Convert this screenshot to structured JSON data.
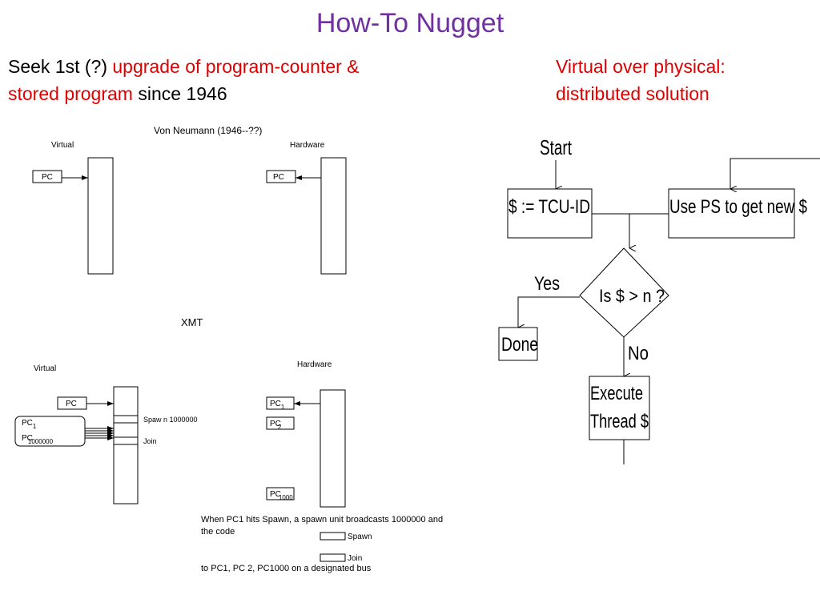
{
  "slide": {
    "title": "How-To Nugget",
    "left_heading": {
      "line1_a": "Seek 1st (?) ",
      "line1_b": "upgrade of program-counter &",
      "line2_a": "stored program",
      "line2_b": " since 1946"
    },
    "right_heading": {
      "line1": "Virtual over physical:",
      "line2": "distributed solution"
    }
  },
  "von_neumann": {
    "title": "Von Neumann (1946--??)",
    "virtual_label": "Virtual",
    "hardware_label": "Hardware",
    "pc_label": "PC"
  },
  "xmt": {
    "title": "XMT",
    "virtual_label": "Virtual",
    "hardware_label": "Hardware",
    "pc_label": "PC",
    "pc_prefix": "PC",
    "pc1_sub": "1",
    "pcN_sub": "1000000",
    "spawn_label": "Spaw n 1000000",
    "join_label": "Join",
    "hw_pc1_sub": "1",
    "hw_pc2_sub": "2",
    "hw_pc1000_sub": "1000",
    "note_line1": "When PC1 hits Spawn, a spawn unit broadcasts 1000000 and",
    "note_line2": "the code",
    "note_line3": "to PC1, PC 2, PC1000 on a designated bus",
    "legend_spawn": "Spawn",
    "legend_join": "Join"
  },
  "flowchart": {
    "start": "Start",
    "assign": "$ := TCU-ID",
    "use_ps": "Use PS to get new $",
    "decision": "Is $ > n ?",
    "yes": "Yes",
    "no": "No",
    "done": "Done",
    "execute_line1": "Execute",
    "execute_line2": "Thread $"
  }
}
